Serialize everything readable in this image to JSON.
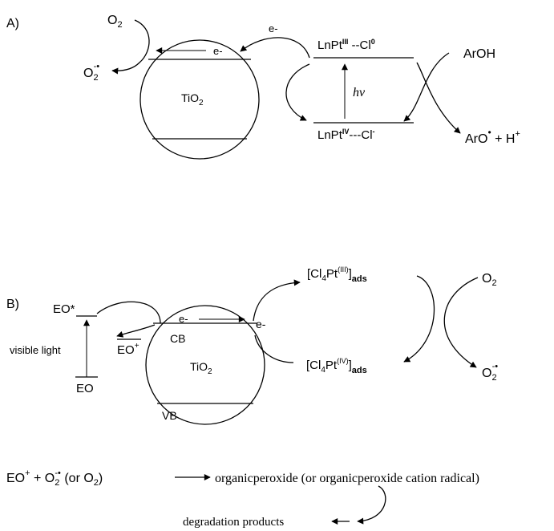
{
  "panel_a": {
    "label": "A)",
    "o2": "O",
    "o2_sub": "2",
    "superoxide": "O",
    "superoxide_sub": "2",
    "superoxide_sup": "-•",
    "electron_top": "e-",
    "electron_band": "e-",
    "tio2": "TiO",
    "tio2_sub": "2",
    "pt3_main": "LnPt",
    "pt3_ox": "III",
    "pt3_bond": " --Cl",
    "pt3_cl_charge": "0",
    "pt4_main": "LnPt",
    "pt4_ox": "IV",
    "pt4_bond": "---Cl",
    "pt4_cl_charge": "-",
    "hv": "hν",
    "aroh": "ArOH",
    "aro": "ArO",
    "aro_dot": "•",
    "aro_plus": " +  H",
    "aro_h_sup": "+"
  },
  "panel_b": {
    "label": "B)",
    "eo_star": "EO*",
    "eo_plus": "EO",
    "eo_plus_sup": "+",
    "visible_light": "visible light",
    "eo": "EO",
    "cb": "CB",
    "vb": "VB",
    "electron_band": "e-",
    "electron_right": "e-",
    "tio2": "TiO",
    "tio2_sub": "2",
    "pt3_pre": "[Cl",
    "pt3_sub4": "4",
    "pt3_pt": "Pt",
    "pt3_ox": "(III)",
    "pt3_post": "]",
    "pt3_ads": "ads",
    "pt4_pre": "[Cl",
    "pt4_sub4": "4",
    "pt4_pt": "Pt",
    "pt4_ox": "(IV)",
    "pt4_post": "]",
    "pt4_ads": "ads",
    "o2": "O",
    "o2_sub": "2",
    "superoxide": "O",
    "superoxide_sub": "2",
    "superoxide_sup": "-•"
  },
  "equation": {
    "eo": "EO",
    "eo_sup": "+",
    "plus": " + O",
    "o2_sub": "2",
    "o2_sup": "-•",
    "or_open": " (or O",
    "or_sub": "2",
    "or_close": ")",
    "product": "organicperoxide (or organicperoxide cation radical)",
    "degradation": "degradation products"
  }
}
